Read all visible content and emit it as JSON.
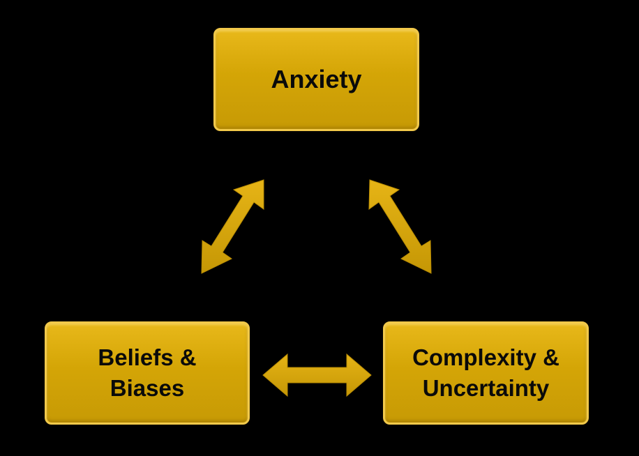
{
  "nodes": {
    "anxiety": {
      "label": "Anxiety"
    },
    "beliefs": {
      "line1": "Beliefs &",
      "line2": "Biases"
    },
    "complexity": {
      "line1": "Complexity &",
      "line2": "Uncertainty"
    }
  },
  "edges": [
    {
      "from": "Anxiety",
      "to": "Beliefs & Biases",
      "direction": "bidirectional"
    },
    {
      "from": "Anxiety",
      "to": "Complexity & Uncertainty",
      "direction": "bidirectional"
    },
    {
      "from": "Beliefs & Biases",
      "to": "Complexity & Uncertainty",
      "direction": "bidirectional"
    }
  ],
  "colors": {
    "background": "#000000",
    "node_fill": "#d4a506",
    "node_border": "#f2c94a",
    "arrow_fill": "#d4a506",
    "text": "#0a0a0a"
  }
}
